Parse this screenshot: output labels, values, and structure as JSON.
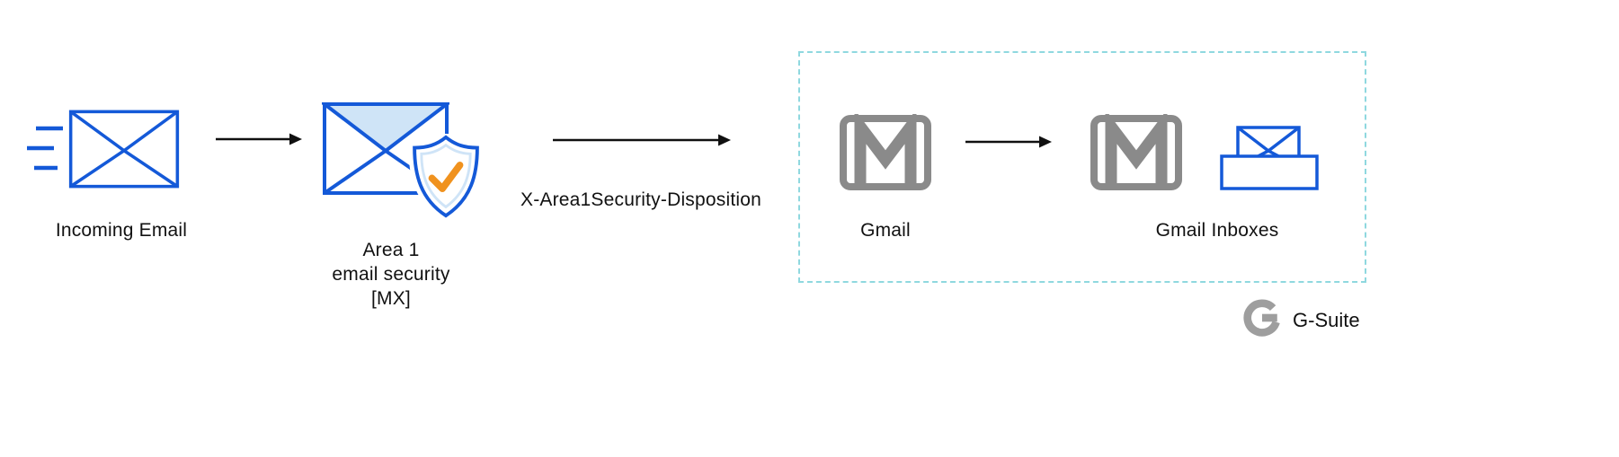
{
  "nodes": {
    "incoming_email": {
      "label": "Incoming Email"
    },
    "area1": {
      "lines": [
        "Area 1",
        "email security",
        "[MX]"
      ]
    },
    "gmail": {
      "label": "Gmail"
    },
    "gmail_inboxes": {
      "label": "Gmail Inboxes"
    }
  },
  "annotations": {
    "disposition_header": "X-Area1Security-Disposition"
  },
  "branding": {
    "gsuite_label": "G-Suite"
  },
  "icons": {
    "incoming": "speed-lines-envelope-icon",
    "area1": "secure-envelope-shield-check-icon",
    "gmail": "gmail-envelope-icon",
    "inbox": "inbox-tray-envelope-icon",
    "logo": "g-suite-logo-icon"
  },
  "colors": {
    "envelope_blue": "#1459d8",
    "light_blue": "#cfe4f7",
    "shield_orange": "#f0921e",
    "gmail_gray": "#8a8a8a",
    "logo_gray": "#9e9e9e",
    "dash_teal": "#8fd8df",
    "arrow_black": "#101010",
    "text_black": "#111111"
  }
}
